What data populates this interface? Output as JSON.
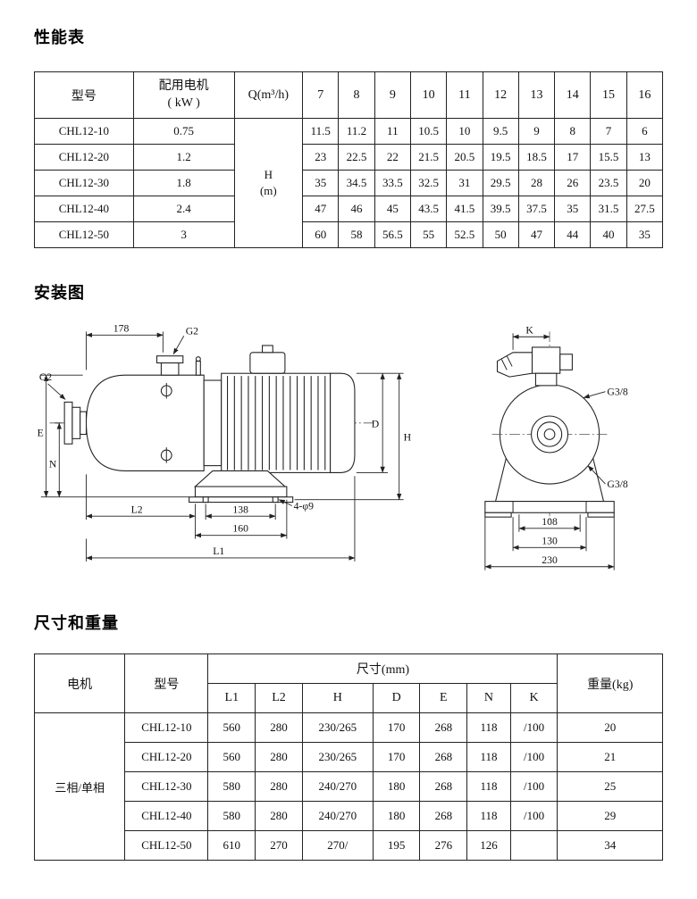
{
  "sections": {
    "performance": "性能表",
    "installation": "安装图",
    "dimensions": "尺寸和重量"
  },
  "performance_table": {
    "col_model": "型号",
    "col_motor": "配用电机\n( kW )",
    "col_q": "Q(m³/h)",
    "flow_headers": [
      "7",
      "8",
      "9",
      "10",
      "11",
      "12",
      "13",
      "14",
      "15",
      "16"
    ],
    "h_label": "H\n(m)",
    "rows": [
      {
        "model": "CHL12-10",
        "motor": "0.75",
        "values": [
          "11.5",
          "11.2",
          "11",
          "10.5",
          "10",
          "9.5",
          "9",
          "8",
          "7",
          "6"
        ]
      },
      {
        "model": "CHL12-20",
        "motor": "1.2",
        "values": [
          "23",
          "22.5",
          "22",
          "21.5",
          "20.5",
          "19.5",
          "18.5",
          "17",
          "15.5",
          "13"
        ]
      },
      {
        "model": "CHL12-30",
        "motor": "1.8",
        "values": [
          "35",
          "34.5",
          "33.5",
          "32.5",
          "31",
          "29.5",
          "28",
          "26",
          "23.5",
          "20"
        ]
      },
      {
        "model": "CHL12-40",
        "motor": "2.4",
        "values": [
          "47",
          "46",
          "45",
          "43.5",
          "41.5",
          "39.5",
          "37.5",
          "35",
          "31.5",
          "27.5"
        ]
      },
      {
        "model": "CHL12-50",
        "motor": "3",
        "values": [
          "60",
          "58",
          "56.5",
          "55",
          "52.5",
          "50",
          "47",
          "44",
          "40",
          "35"
        ]
      }
    ]
  },
  "diagram": {
    "side_view": {
      "dim_178": "178",
      "g2_top": "G2",
      "g2_left": "G2",
      "dim_e": "E",
      "dim_n": "N",
      "dim_d": "D",
      "dim_h": "H",
      "dim_l2": "L2",
      "dim_138": "138",
      "dim_160": "160",
      "dim_l1": "L1",
      "bolt_note": "4-φ9"
    },
    "end_view": {
      "dim_k": "K",
      "g38_top": "G3/8",
      "g38_bottom": "G3/8",
      "dim_108": "108",
      "dim_130": "130",
      "dim_230": "230"
    }
  },
  "dimension_table": {
    "col_motor": "电机",
    "col_model": "型号",
    "col_size": "尺寸(mm)",
    "size_headers": [
      "L1",
      "L2",
      "H",
      "D",
      "E",
      "N",
      "K"
    ],
    "col_weight": "重量(kg)",
    "motor_type": "三相/单相",
    "rows": [
      {
        "model": "CHL12-10",
        "values": [
          "560",
          "280",
          "230/265",
          "170",
          "268",
          "118",
          "/100"
        ],
        "weight": "20"
      },
      {
        "model": "CHL12-20",
        "values": [
          "560",
          "280",
          "230/265",
          "170",
          "268",
          "118",
          "/100"
        ],
        "weight": "21"
      },
      {
        "model": "CHL12-30",
        "values": [
          "580",
          "280",
          "240/270",
          "180",
          "268",
          "118",
          "/100"
        ],
        "weight": "25"
      },
      {
        "model": "CHL12-40",
        "values": [
          "580",
          "280",
          "240/270",
          "180",
          "268",
          "118",
          "/100"
        ],
        "weight": "29"
      },
      {
        "model": "CHL12-50",
        "values": [
          "610",
          "270",
          "270/",
          "195",
          "276",
          "126",
          ""
        ],
        "weight": "34"
      }
    ]
  }
}
